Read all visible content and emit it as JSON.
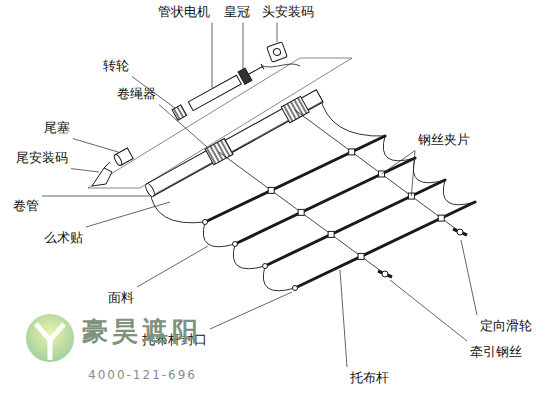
{
  "diagram": {
    "labels": [
      "管状电机",
      "皇冠",
      "头安装码",
      "转轮",
      "卷绳器",
      "尾塞",
      "尾安装码",
      "卷管",
      "么术贴",
      "面料",
      "托布杆封口",
      "钢丝夹片",
      "定向滑轮",
      "牵引钢丝",
      "托布杆",
      "豪昊遮阳",
      "4000-121-696"
    ]
  }
}
